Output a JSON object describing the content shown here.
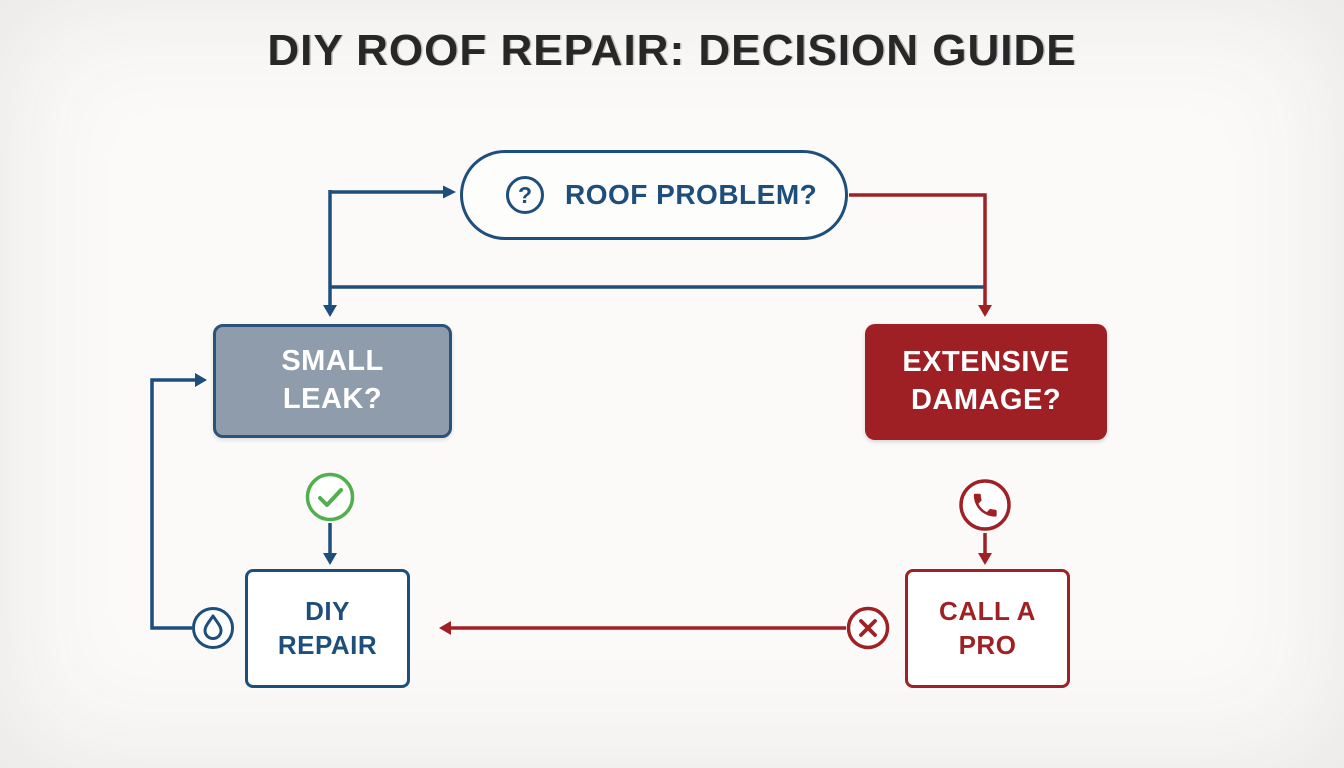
{
  "title": "DIY ROOF REPAIR: DECISION GUIDE",
  "nodes": {
    "roof_problem": {
      "label": "ROOF PROBLEM?"
    },
    "small_leak": {
      "label": "SMALL LEAK?"
    },
    "extensive_damage": {
      "label": "EXTENSIVE DAMAGE?"
    },
    "diy_repair": {
      "label": "DIY REPAIR"
    },
    "call_a_pro": {
      "label": "CALL A PRO"
    }
  },
  "icons": {
    "question_glyph": "?",
    "question": "question-icon",
    "check": "check-icon",
    "phone": "phone-icon",
    "droplet": "droplet-icon",
    "cross": "cross-icon"
  },
  "colors": {
    "blue": "#1d4e7c",
    "steel_fill": "#8f9cab",
    "red": "#a02125",
    "green": "#4fb04d",
    "title_text": "#272727",
    "background": "#fbfaf9"
  }
}
